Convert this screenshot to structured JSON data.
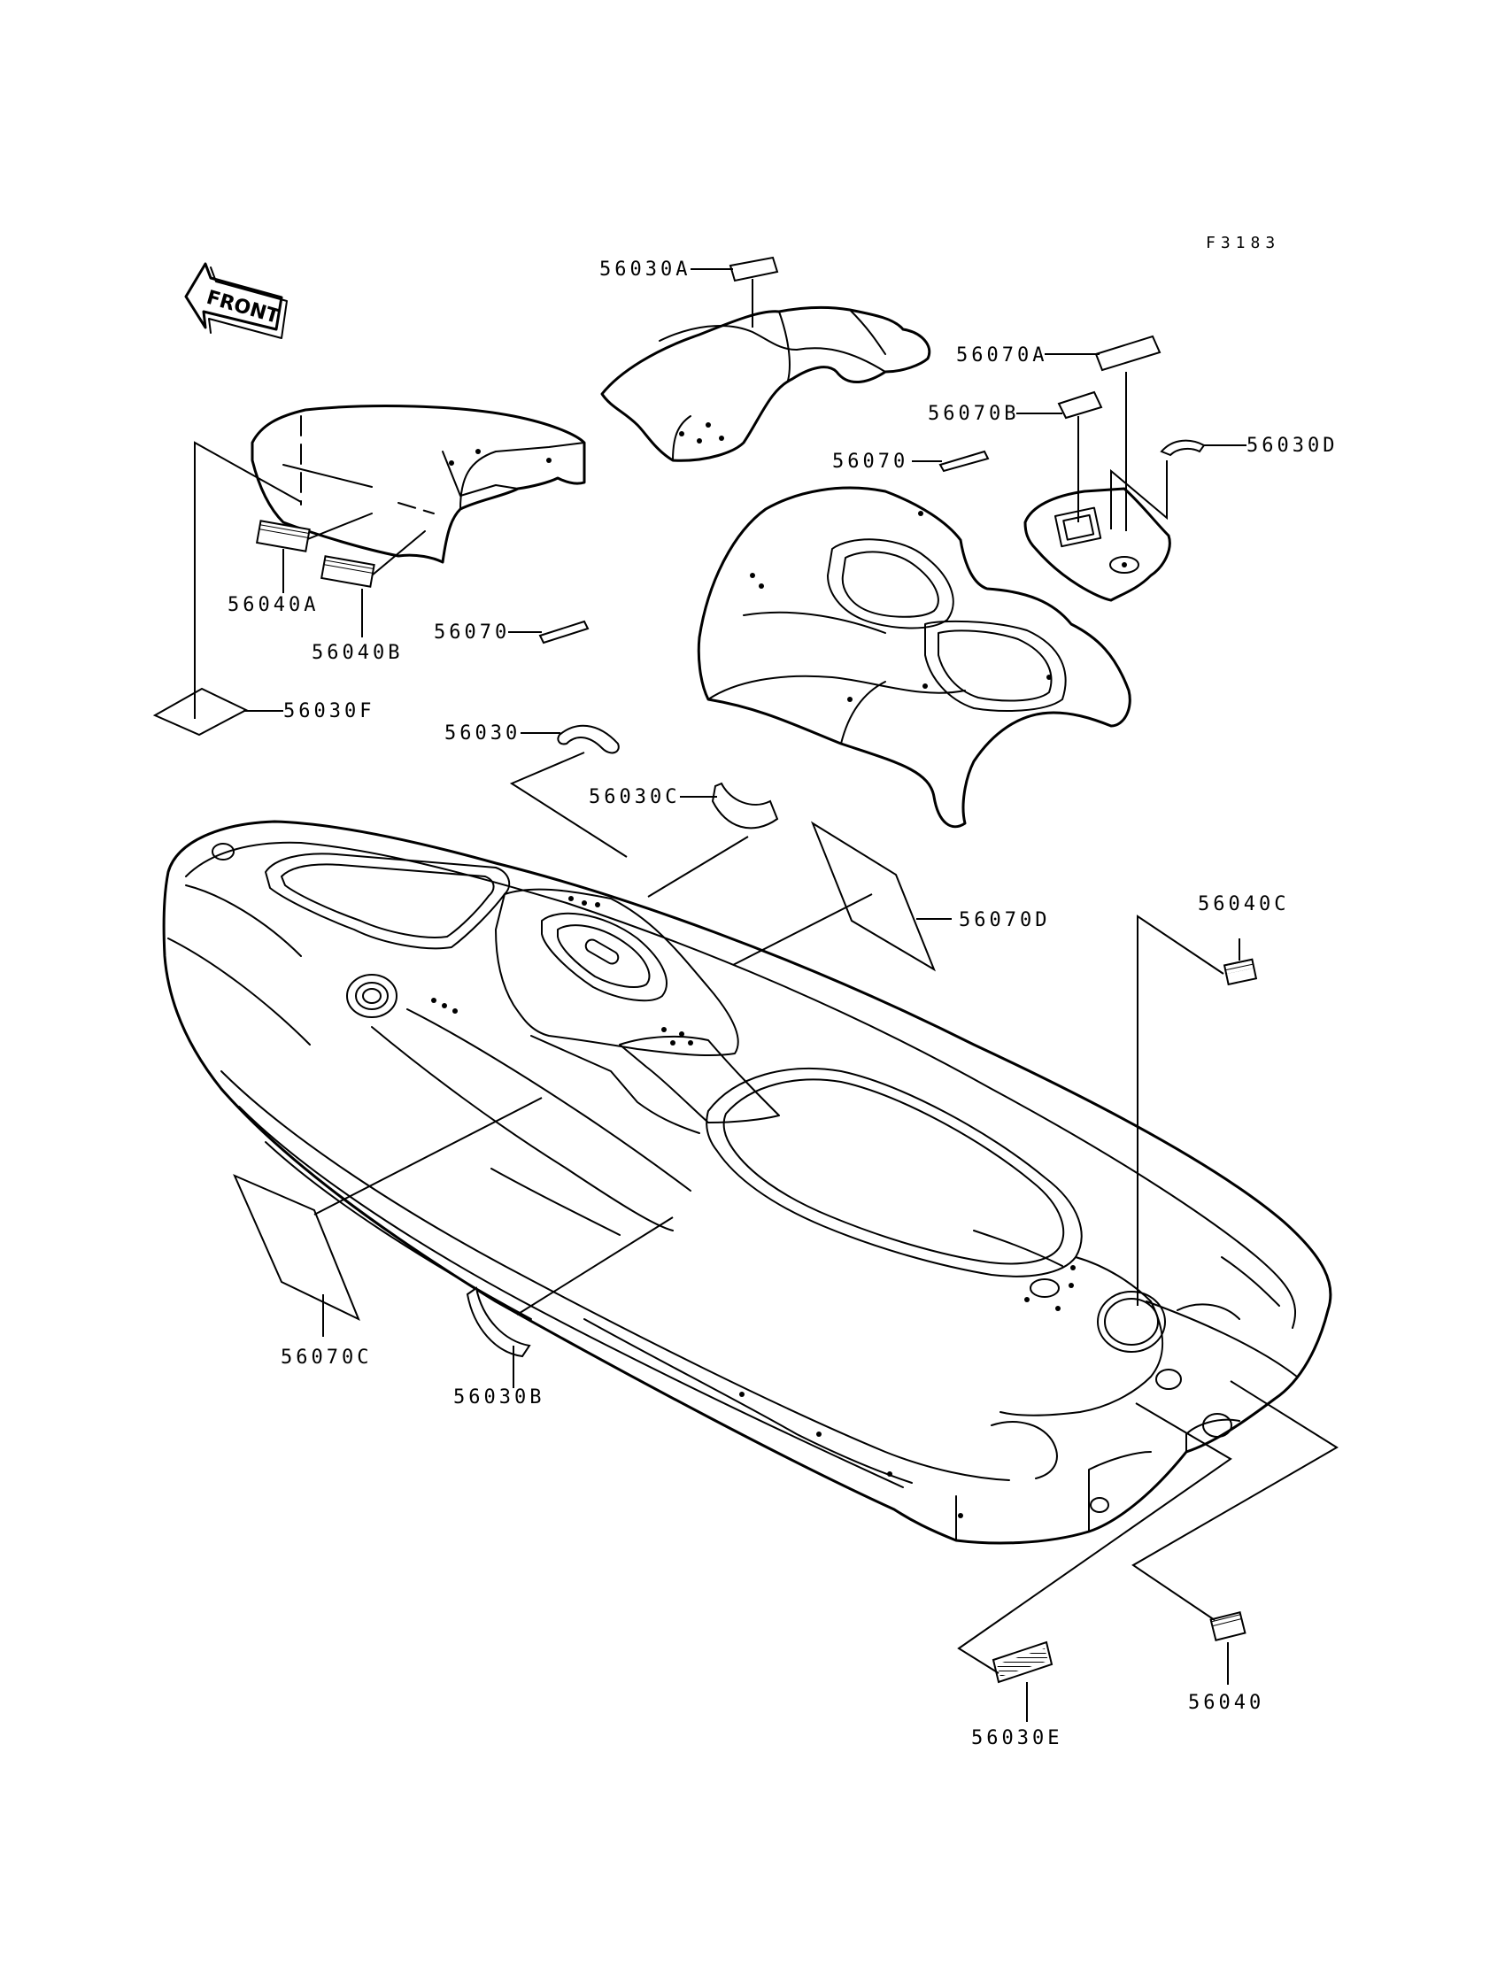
{
  "figure_ref": "F3183",
  "front_marker": "FRONT",
  "callouts": [
    {
      "id": "c-56030A",
      "text": "56030A"
    },
    {
      "id": "c-56070A",
      "text": "56070A"
    },
    {
      "id": "c-56070B",
      "text": "56070B"
    },
    {
      "id": "c-56030D",
      "text": "56030D"
    },
    {
      "id": "c-56070-top",
      "text": "56070"
    },
    {
      "id": "c-56040A",
      "text": "56040A"
    },
    {
      "id": "c-56040B",
      "text": "56040B"
    },
    {
      "id": "c-56070-mid",
      "text": "56070"
    },
    {
      "id": "c-56030F",
      "text": "56030F"
    },
    {
      "id": "c-56030",
      "text": "56030"
    },
    {
      "id": "c-56030C",
      "text": "56030C"
    },
    {
      "id": "c-56070D",
      "text": "56070D"
    },
    {
      "id": "c-56040C",
      "text": "56040C"
    },
    {
      "id": "c-56070C",
      "text": "56070C"
    },
    {
      "id": "c-56030B",
      "text": "56030B"
    },
    {
      "id": "c-56040",
      "text": "56040"
    },
    {
      "id": "c-56030E",
      "text": "56030E"
    }
  ]
}
